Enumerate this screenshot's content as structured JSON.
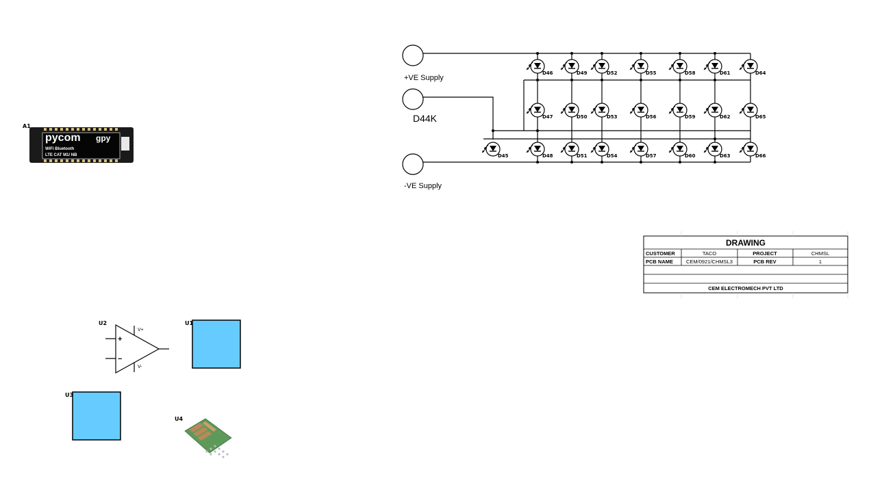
{
  "supplies": {
    "positive": "+VE Supply",
    "negative": "-VE Supply",
    "net_label": "D44K"
  },
  "leds": {
    "single": "D45",
    "columns": [
      [
        "D46",
        "D47",
        "D48"
      ],
      [
        "D49",
        "D50",
        "D51"
      ],
      [
        "D52",
        "D53",
        "D54"
      ],
      [
        "D55",
        "D56",
        "D57"
      ],
      [
        "D58",
        "D59",
        "D60"
      ],
      [
        "D61",
        "D62",
        "D63"
      ],
      [
        "D64",
        "D65",
        "D66"
      ]
    ]
  },
  "components": {
    "a1": {
      "ref": "A1",
      "brand": "pycom",
      "sub_brand": "gpy",
      "line1": "WiFi  Bluetooth",
      "line2": "LTE CAT M1/ NB"
    },
    "u1": {
      "ref": "U1",
      "fill": "#66CCFF"
    },
    "u2": {
      "ref": "U2",
      "plus": "+",
      "minus": "−",
      "vplus": "V+",
      "vminus": "V-"
    },
    "u3": {
      "ref": "U3",
      "fill": "#66CCFF"
    },
    "u4": {
      "ref": "U4"
    }
  },
  "title_block": {
    "heading": "DRAWING",
    "customer_label": "CUSTOMER",
    "customer_value": "TACO",
    "project_label": "PROJECT",
    "project_value": "CHMSL",
    "pcb_name_label": "PCB NAME",
    "pcb_name_value": "CEM/0921/CHMSL3",
    "pcb_rev_label": "PCB REV",
    "pcb_rev_value": "1",
    "company": "CEM ELECTROMECH PVT LTD"
  }
}
